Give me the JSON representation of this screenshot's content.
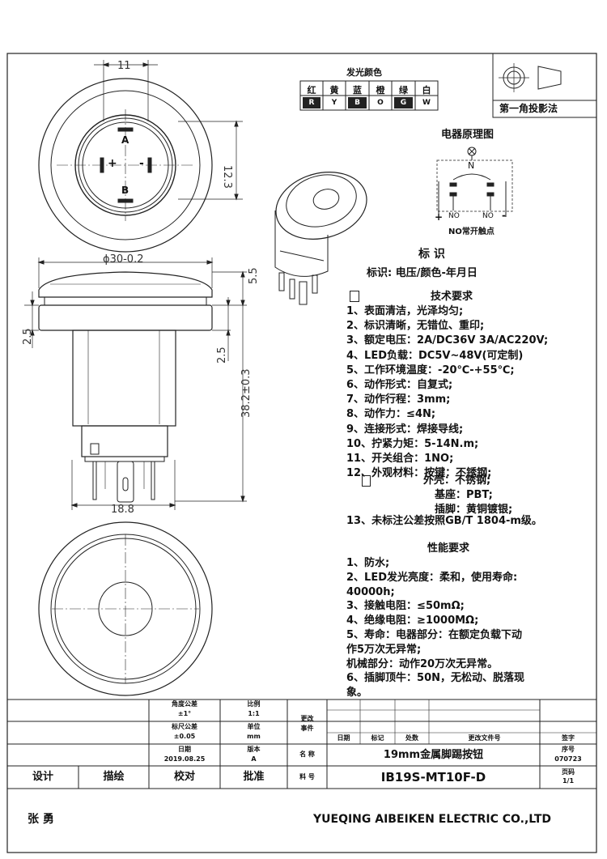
{
  "color_table": {
    "title": "发光颜色",
    "names": [
      "红",
      "黄",
      "蓝",
      "橙",
      "绿",
      "白"
    ],
    "codes": [
      "R",
      "Y",
      "B",
      "O",
      "G",
      "W"
    ]
  },
  "projection": {
    "label": "第一角投影法"
  },
  "schematic": {
    "title": "电器原理图",
    "n": "N",
    "plus": "+",
    "minus": "-",
    "no_left": "NO",
    "no_right": "NO",
    "caption": "NO常开触点"
  },
  "marking": {
    "heading": "标 识",
    "text": "标识:   电压/颜色-年月日"
  },
  "tech": {
    "heading": "技术要求",
    "items": [
      "1、表面清洁，光泽均匀;",
      "2、标识清晰，无错位、重印;",
      "3、额定电压：2A/DC36V  3A/AC220V;",
      "4、LED负载：DC5V~48V(可定制)",
      "5、工作环境温度：-20℃-+55℃;",
      "6、动作形式：自复式;",
      "7、动作行程：3mm;",
      "8、动作力：≤4N;",
      "9、连接形式：焊接导线;",
      "10、拧紧力矩：5-14N.m;",
      "11、开关组合：1NO;",
      "12、外观材料：按键：不锈钢;"
    ],
    "mat": [
      "外壳：不锈钢;",
      "基座：PBT;",
      "插脚：黄铜镀银;"
    ],
    "item13": "13、未标注公差按照GB/T  1804-m级。"
  },
  "perf": {
    "heading": "性能要求",
    "items": [
      "1、防水;",
      "2、LED发光亮度：柔和，使用寿命:",
      "40000h;",
      "3、接触电阻：≤50mΩ;",
      "4、绝缘电阻：≥1000MΩ;",
      "5、寿命：电器部分：在额定负载下动",
      "作5万次无异常;",
      "机械部分：动作20万次无异常。",
      "6、插脚顶牛：50N，无松动、脱落现",
      "象。"
    ]
  },
  "dims": {
    "d11": "11",
    "d123": "12.3",
    "d30": "ϕ30-0.2",
    "d55": "5.5",
    "d25a": "2.5",
    "d25b": "2.5",
    "d382": "38.2±0.3",
    "d188": "18.8"
  },
  "top_view": {
    "a": "A",
    "b": "B",
    "plus": "+",
    "minus": "-"
  },
  "title_block": {
    "angle_tol_label": "角度公差",
    "angle_tol": "±1°",
    "scale_label": "比例",
    "scale": "1:1",
    "change_label": "更改\n事件",
    "size_tol_label": "标尺公差",
    "size_tol": "±0.05",
    "unit_label": "单位",
    "unit": "mm",
    "date_label": "日期",
    "date": "2019.08.25",
    "version_label": "版本",
    "version": "A",
    "rev_cols": [
      "日期",
      "标记",
      "处数",
      "更改文件号",
      "签字"
    ],
    "name_label": "名 称",
    "name": "19mm金属脚踢按钮",
    "serial_label": "序号",
    "serial": "070723",
    "design": "设计",
    "draw": "描绘",
    "proof": "校对",
    "approve": "批准",
    "part_label": "料 号",
    "part": "IB19S-MT10F-D",
    "page_label": "页码",
    "page": "1/1",
    "designer": "张  勇",
    "company": "YUEQING AIBEIKEN ELECTRIC CO.,LTD"
  }
}
